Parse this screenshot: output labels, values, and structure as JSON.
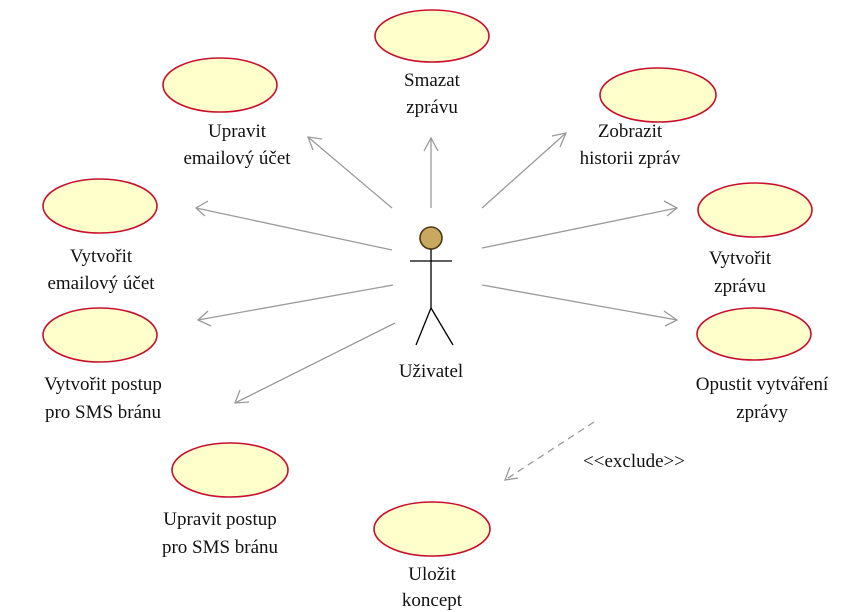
{
  "actor": {
    "name": "Uživatel"
  },
  "use_cases": {
    "smazat_zpravu": {
      "line1": "Smazat",
      "line2": "zprávu"
    },
    "upravit_ucet": {
      "line1": "Upravit",
      "line2": "emailový účet"
    },
    "zobrazit_historii": {
      "line1": "Zobrazit",
      "line2": "historii zpráv"
    },
    "vytvorit_ucet": {
      "line1": "Vytvořit",
      "line2": "emailový účet"
    },
    "vytvorit_zpravu": {
      "line1": "Vytvořit",
      "line2": "zprávu"
    },
    "vytvorit_postup": {
      "line1": "Vytvořit postup",
      "line2": "pro SMS bránu"
    },
    "opustit_vytvareni": {
      "line1": "Opustit vytváření",
      "line2": "zprávy"
    },
    "upravit_postup": {
      "line1": "Upravit postup",
      "line2": "pro SMS bránu"
    },
    "ulozit_koncept": {
      "line1": "Uložit",
      "line2": "koncept"
    }
  },
  "relations": {
    "exclude_label": "<<exclude>>"
  },
  "colors": {
    "use_case_fill": "#ffffcc",
    "use_case_stroke": "#c8102e",
    "arrow": "#9a9a9a",
    "actor_head": "#c8a85f"
  }
}
